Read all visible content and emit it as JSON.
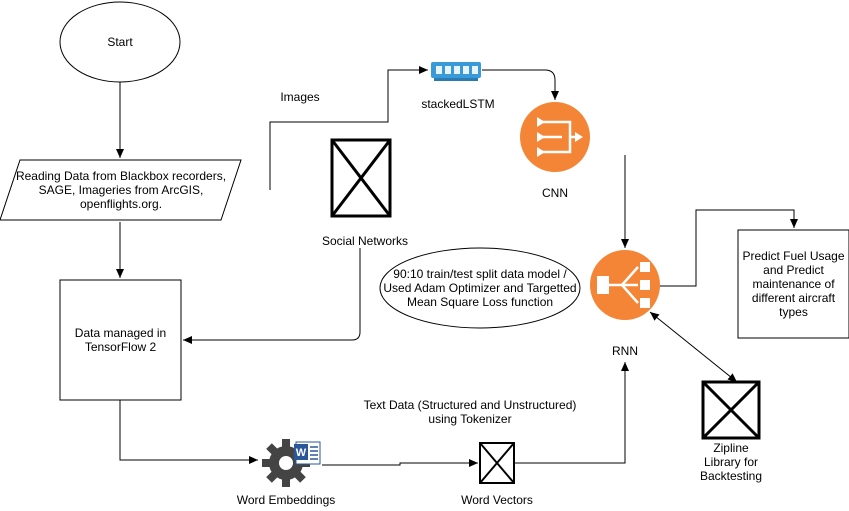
{
  "nodes": {
    "start": "Start",
    "reading_line1": "Reading Data from Blackbox recorders,",
    "reading_line2": "SAGE, Imageries from ArcGIS,",
    "reading_line3": "openflights.org.",
    "managed_line1": "Data managed in",
    "managed_line2": "TensorFlow 2",
    "images": "Images",
    "stacked_lstm": "stackedLSTM",
    "cnn": "CNN",
    "rnn": "RNN",
    "social_networks": "Social Networks",
    "split_line1": "90:10 train/test split data model /",
    "split_line2": "Used Adam Optimizer and Targetted",
    "split_line3": "Mean Square Loss function",
    "predict_line1": "Predict Fuel Usage",
    "predict_line2": "and Predict",
    "predict_line3": "maintenance of",
    "predict_line4": "different aircraft",
    "predict_line5": "types",
    "text_data_line1": "Text Data (Structured and Unstructured)",
    "text_data_line2": "using Tokenizer",
    "word_embeddings": "Word Embeddings",
    "word_vectors": "Word Vectors",
    "zipline_line1": "Zipline",
    "zipline_line2": "Library for",
    "zipline_line3": "Backtesting"
  },
  "colors": {
    "accent_orange": "#f58536",
    "memory_blue": "#3a9ad9",
    "word_blue": "#2b579a",
    "gear_gray": "#444444"
  },
  "icons": {
    "stacked_lstm": "memory-chip-icon",
    "cnn": "filter-icon",
    "rnn": "load-balancer-icon",
    "word_embeddings": "gear-word-icon",
    "placeholder": "image-placeholder-icon"
  }
}
